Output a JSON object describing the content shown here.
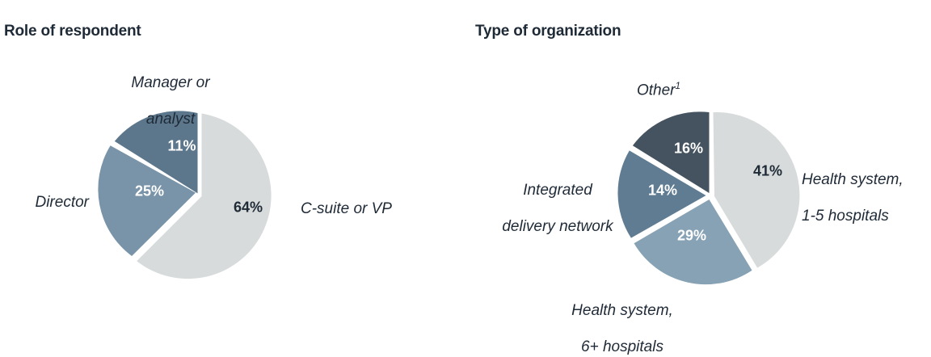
{
  "chart_data": [
    {
      "type": "pie",
      "title": "Role of respondent",
      "categories": [
        "C-suite or VP",
        "Director",
        "Manager or analyst"
      ],
      "values": [
        64,
        25,
        11
      ],
      "value_labels": [
        "64%",
        "25%",
        "11%"
      ],
      "colors": [
        "#d7dbdb",
        "#7994a8",
        "#5c778c"
      ],
      "label_color": [
        "#1f2a37",
        "#ffffff",
        "#ffffff"
      ],
      "legend": "none",
      "units": "percent"
    },
    {
      "type": "pie",
      "title": "Type of organization",
      "categories": [
        "Health system,\n1-5 hospitals",
        "Health system,\n6+ hospitals",
        "Integrated\ndelivery network",
        "Other"
      ],
      "values": [
        41,
        29,
        14,
        16
      ],
      "value_labels": [
        "41%",
        "29%",
        "14%",
        "16%"
      ],
      "colors": [
        "#d7dbdb",
        "#86a2b4",
        "#5f7c92",
        "#44535f"
      ],
      "label_color": [
        "#1f2a37",
        "#ffffff",
        "#ffffff",
        "#ffffff"
      ],
      "legend": "none",
      "units": "percent",
      "annotations": [
        "Other has footnote marker 1"
      ]
    }
  ],
  "charts": {
    "role": {
      "title": "Role of respondent",
      "slices": [
        {
          "label": "C-suite or VP",
          "value_label": "64%"
        },
        {
          "label": "Director",
          "value_label": "25%"
        },
        {
          "label_line1": "Manager or",
          "label_line2": "analyst",
          "value_label": "11%"
        }
      ]
    },
    "org": {
      "title": "Type of organization",
      "slices": [
        {
          "label_line1": "Health system,",
          "label_line2": "1-5 hospitals",
          "value_label": "41%"
        },
        {
          "label_line1": "Health system,",
          "label_line2": "6+ hospitals",
          "value_label": "29%"
        },
        {
          "label_line1": "Integrated",
          "label_line2": "delivery network",
          "value_label": "14%"
        },
        {
          "label": "Other",
          "footnote": "1",
          "value_label": "16%"
        }
      ]
    }
  },
  "colors": {
    "background": "#ffffff",
    "title": "#1f2a37",
    "slice_light_gray": "#d7dbdb",
    "slice_medium_blue": "#7994a8",
    "slice_blue": "#86a2b4",
    "slice_dark_blue": "#5f7c92",
    "slice_slate": "#5c778c",
    "slice_darkest": "#44535f",
    "gap": "#ffffff"
  }
}
